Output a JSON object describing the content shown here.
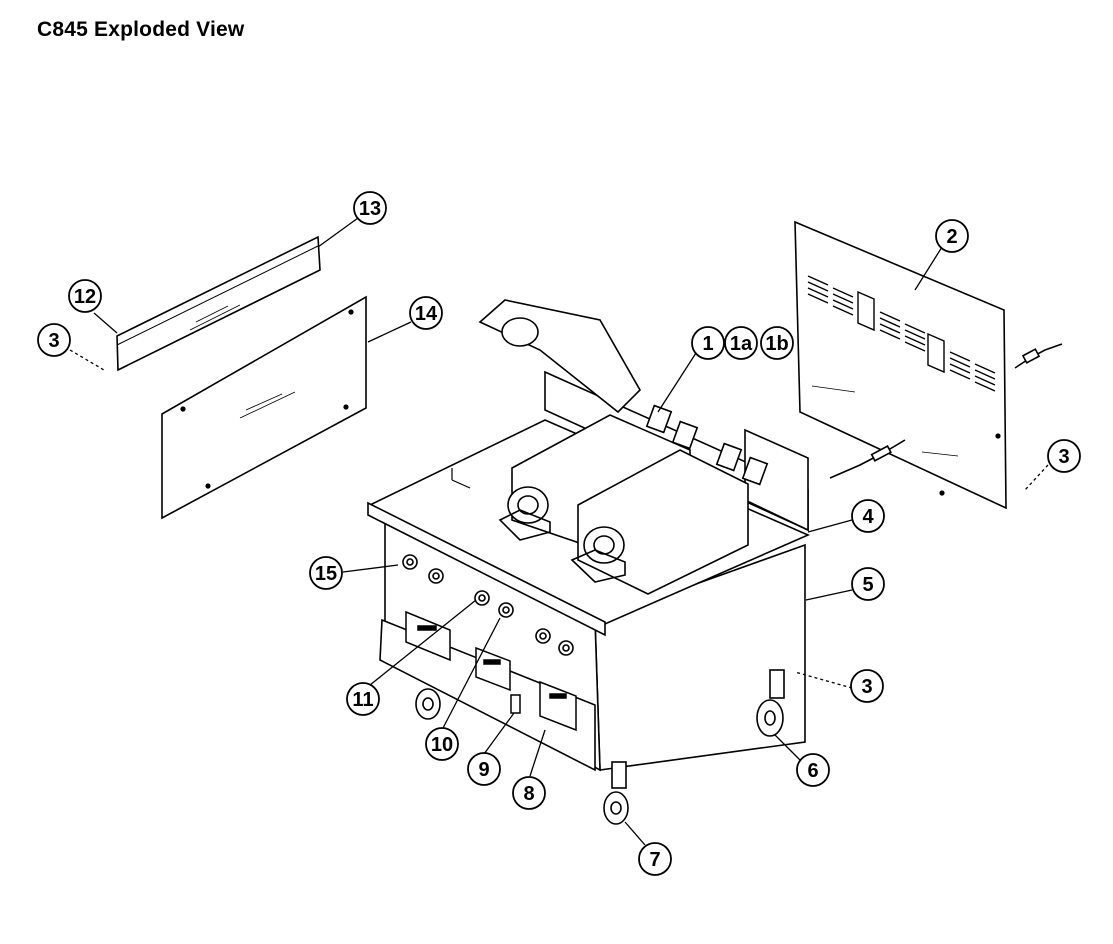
{
  "title": "C845 Exploded View",
  "callouts": {
    "c1": "1",
    "c1a": "1a",
    "c1b": "1b",
    "c2": "2",
    "c3a": "3",
    "c3b": "3",
    "c3c": "3",
    "c4": "4",
    "c5": "5",
    "c6": "6",
    "c7": "7",
    "c8": "8",
    "c9": "9",
    "c10": "10",
    "c11": "11",
    "c12": "12",
    "c13": "13",
    "c14": "14",
    "c15": "15"
  }
}
